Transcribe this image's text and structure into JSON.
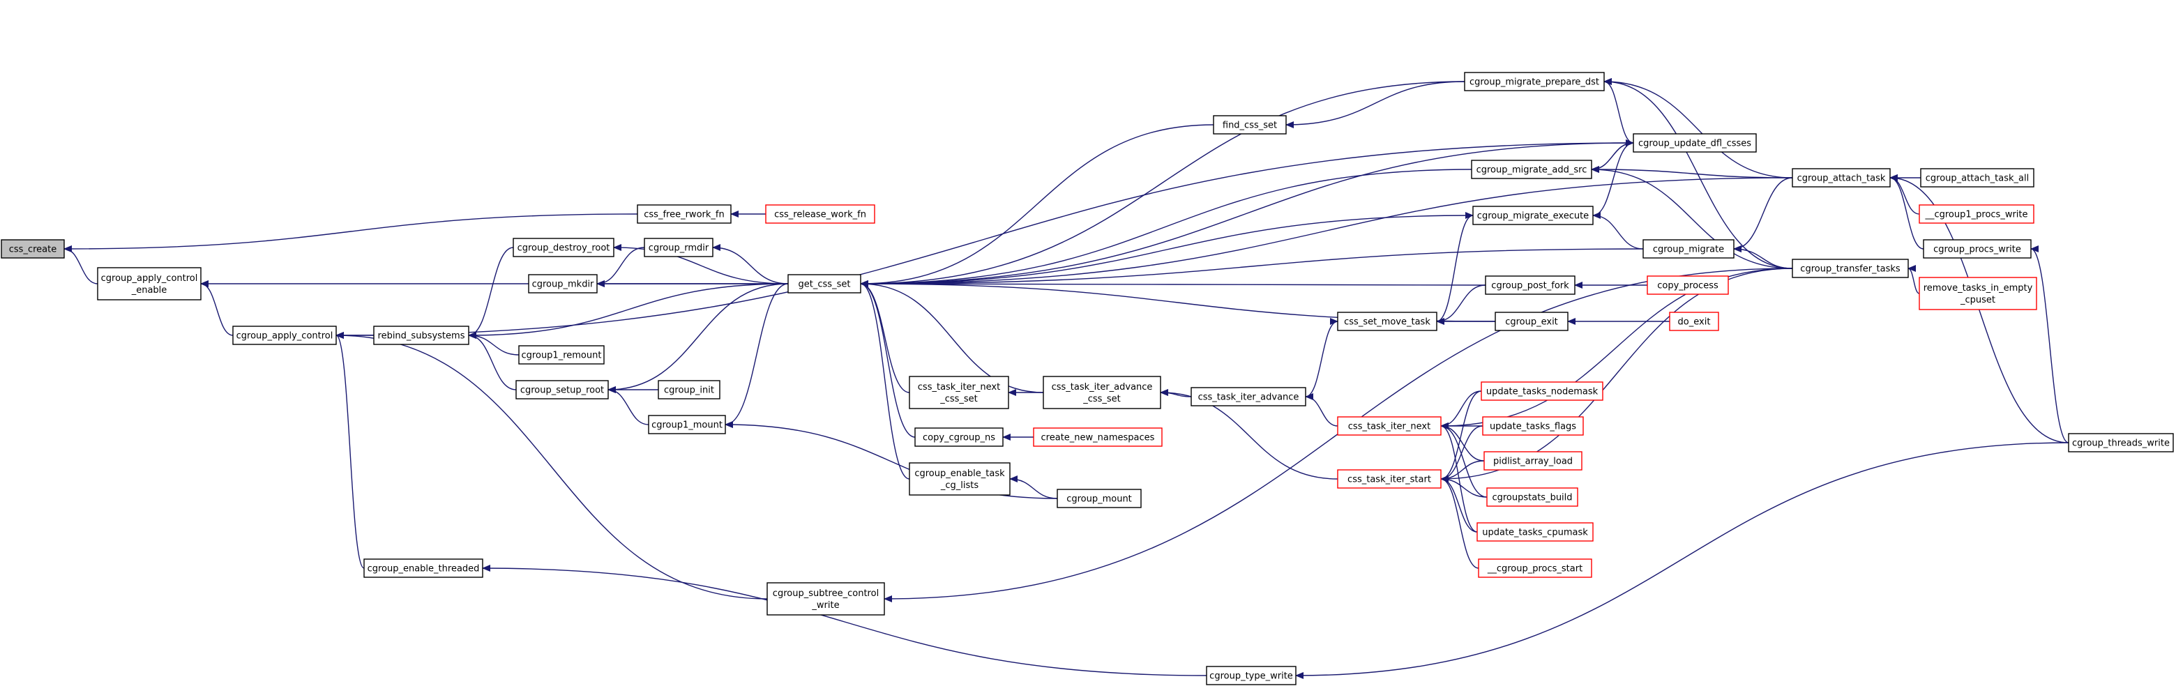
{
  "colors": {
    "edge": "#191970",
    "node_border_black": "#000000",
    "node_border_red": "#ff0000",
    "node_fill": "#ffffff",
    "node_fill_highlight": "#bfbfbf"
  },
  "nodes": [
    {
      "id": "css_create",
      "lines": [
        "css_create"
      ],
      "style": "highlight"
    },
    {
      "id": "cgroup_apply_control_enable",
      "lines": [
        "cgroup_apply_control",
        "_enable"
      ],
      "style": "black"
    },
    {
      "id": "cgroup_apply_control",
      "lines": [
        "cgroup_apply_control"
      ],
      "style": "black"
    },
    {
      "id": "rebind_subsystems",
      "lines": [
        "rebind_subsystems"
      ],
      "style": "black"
    },
    {
      "id": "cgroup_destroy_root",
      "lines": [
        "cgroup_destroy_root"
      ],
      "style": "black"
    },
    {
      "id": "cgroup_mkdir",
      "lines": [
        "cgroup_mkdir"
      ],
      "style": "black"
    },
    {
      "id": "cgroup_rmdir",
      "lines": [
        "cgroup_rmdir"
      ],
      "style": "black"
    },
    {
      "id": "cgroup1_remount",
      "lines": [
        "cgroup1_remount"
      ],
      "style": "black"
    },
    {
      "id": "cgroup_setup_root",
      "lines": [
        "cgroup_setup_root"
      ],
      "style": "black"
    },
    {
      "id": "cgroup_init",
      "lines": [
        "cgroup_init"
      ],
      "style": "black"
    },
    {
      "id": "cgroup1_mount",
      "lines": [
        "cgroup1_mount"
      ],
      "style": "black"
    },
    {
      "id": "cgroup_enable_threaded",
      "lines": [
        "cgroup_enable_threaded"
      ],
      "style": "black"
    },
    {
      "id": "css_free_rwork_fn",
      "lines": [
        "css_free_rwork_fn"
      ],
      "style": "black"
    },
    {
      "id": "css_release_work_fn",
      "lines": [
        "css_release_work_fn"
      ],
      "style": "red"
    },
    {
      "id": "get_css_set",
      "lines": [
        "get_css_set"
      ],
      "style": "black"
    },
    {
      "id": "find_css_set",
      "lines": [
        "find_css_set"
      ],
      "style": "black"
    },
    {
      "id": "css_task_iter_next_css_set",
      "lines": [
        "css_task_iter_next",
        "_css_set"
      ],
      "style": "black"
    },
    {
      "id": "css_task_iter_advance_css_set",
      "lines": [
        "css_task_iter_advance",
        "_css_set"
      ],
      "style": "black"
    },
    {
      "id": "copy_cgroup_ns",
      "lines": [
        "copy_cgroup_ns"
      ],
      "style": "black"
    },
    {
      "id": "create_new_namespaces",
      "lines": [
        "create_new_namespaces"
      ],
      "style": "red"
    },
    {
      "id": "cgroup_enable_task_cg_lists",
      "lines": [
        "cgroup_enable_task",
        "_cg_lists"
      ],
      "style": "black"
    },
    {
      "id": "cgroup_mount",
      "lines": [
        "cgroup_mount"
      ],
      "style": "black"
    },
    {
      "id": "cgroup_subtree_control_write",
      "lines": [
        "cgroup_subtree_control",
        "_write"
      ],
      "style": "black"
    },
    {
      "id": "cgroup_type_write",
      "lines": [
        "cgroup_type_write"
      ],
      "style": "black"
    },
    {
      "id": "cgroup_migrate_prepare_dst",
      "lines": [
        "cgroup_migrate_prepare_dst"
      ],
      "style": "black"
    },
    {
      "id": "cgroup_update_dfl_csses",
      "lines": [
        "cgroup_update_dfl_csses"
      ],
      "style": "black"
    },
    {
      "id": "cgroup_migrate_add_src",
      "lines": [
        "cgroup_migrate_add_src"
      ],
      "style": "black"
    },
    {
      "id": "cgroup_migrate_execute",
      "lines": [
        "cgroup_migrate_execute"
      ],
      "style": "black"
    },
    {
      "id": "cgroup_migrate",
      "lines": [
        "cgroup_migrate"
      ],
      "style": "black"
    },
    {
      "id": "cgroup_post_fork",
      "lines": [
        "cgroup_post_fork"
      ],
      "style": "black"
    },
    {
      "id": "copy_process",
      "lines": [
        "copy_process"
      ],
      "style": "red"
    },
    {
      "id": "css_set_move_task",
      "lines": [
        "css_set_move_task"
      ],
      "style": "black"
    },
    {
      "id": "cgroup_exit",
      "lines": [
        "cgroup_exit"
      ],
      "style": "black"
    },
    {
      "id": "do_exit",
      "lines": [
        "do_exit"
      ],
      "style": "red"
    },
    {
      "id": "css_task_iter_advance",
      "lines": [
        "css_task_iter_advance"
      ],
      "style": "black"
    },
    {
      "id": "css_task_iter_next",
      "lines": [
        "css_task_iter_next"
      ],
      "style": "red"
    },
    {
      "id": "css_task_iter_start",
      "lines": [
        "css_task_iter_start"
      ],
      "style": "red"
    },
    {
      "id": "update_tasks_nodemask",
      "lines": [
        "update_tasks_nodemask"
      ],
      "style": "red"
    },
    {
      "id": "update_tasks_flags",
      "lines": [
        "update_tasks_flags"
      ],
      "style": "red"
    },
    {
      "id": "pidlist_array_load",
      "lines": [
        "pidlist_array_load"
      ],
      "style": "red"
    },
    {
      "id": "cgroupstats_build",
      "lines": [
        "cgroupstats_build"
      ],
      "style": "red"
    },
    {
      "id": "update_tasks_cpumask",
      "lines": [
        "update_tasks_cpumask"
      ],
      "style": "red"
    },
    {
      "id": "__cgroup_procs_start",
      "lines": [
        "__cgroup_procs_start"
      ],
      "style": "red"
    },
    {
      "id": "cgroup_attach_task",
      "lines": [
        "cgroup_attach_task"
      ],
      "style": "black"
    },
    {
      "id": "cgroup_attach_task_all",
      "lines": [
        "cgroup_attach_task_all"
      ],
      "style": "black"
    },
    {
      "id": "__cgroup1_procs_write",
      "lines": [
        "__cgroup1_procs_write"
      ],
      "style": "red"
    },
    {
      "id": "cgroup_procs_write",
      "lines": [
        "cgroup_procs_write"
      ],
      "style": "black"
    },
    {
      "id": "cgroup_transfer_tasks",
      "lines": [
        "cgroup_transfer_tasks"
      ],
      "style": "black"
    },
    {
      "id": "remove_tasks_in_empty_cpuset",
      "lines": [
        "remove_tasks_in_empty",
        "_cpuset"
      ],
      "style": "red"
    },
    {
      "id": "cgroup_threads_write",
      "lines": [
        "cgroup_threads_write"
      ],
      "style": "black"
    }
  ],
  "edges": [
    [
      "cgroup_apply_control_enable",
      "css_create"
    ],
    [
      "css_free_rwork_fn",
      "css_create"
    ],
    [
      "css_release_work_fn",
      "css_free_rwork_fn"
    ],
    [
      "cgroup_apply_control",
      "cgroup_apply_control_enable"
    ],
    [
      "get_css_set",
      "cgroup_apply_control_enable"
    ],
    [
      "rebind_subsystems",
      "cgroup_apply_control"
    ],
    [
      "cgroup_enable_threaded",
      "cgroup_apply_control"
    ],
    [
      "cgroup_subtree_control_write",
      "cgroup_apply_control"
    ],
    [
      "cgroup_update_dfl_csses",
      "cgroup_apply_control"
    ],
    [
      "cgroup_destroy_root",
      "rebind_subsystems"
    ],
    [
      "cgroup1_remount",
      "rebind_subsystems"
    ],
    [
      "cgroup_setup_root",
      "rebind_subsystems"
    ],
    [
      "get_css_set",
      "rebind_subsystems"
    ],
    [
      "get_css_set",
      "cgroup_destroy_root"
    ],
    [
      "cgroup_rmdir",
      "cgroup_mkdir"
    ],
    [
      "get_css_set",
      "cgroup_mkdir"
    ],
    [
      "get_css_set",
      "cgroup_rmdir"
    ],
    [
      "cgroup_init",
      "cgroup_setup_root"
    ],
    [
      "cgroup1_mount",
      "cgroup_setup_root"
    ],
    [
      "get_css_set",
      "cgroup_setup_root"
    ],
    [
      "get_css_set",
      "cgroup1_mount"
    ],
    [
      "cgroup_mount",
      "cgroup1_mount"
    ],
    [
      "cgroup_type_write",
      "cgroup_enable_threaded"
    ],
    [
      "find_css_set",
      "get_css_set"
    ],
    [
      "cgroup_migrate_prepare_dst",
      "get_css_set"
    ],
    [
      "cgroup_update_dfl_csses",
      "get_css_set"
    ],
    [
      "cgroup_migrate_add_src",
      "get_css_set"
    ],
    [
      "cgroup_migrate_execute",
      "get_css_set"
    ],
    [
      "cgroup_migrate",
      "get_css_set"
    ],
    [
      "cgroup_post_fork",
      "get_css_set"
    ],
    [
      "cgroup_exit",
      "get_css_set"
    ],
    [
      "css_task_iter_next_css_set",
      "get_css_set"
    ],
    [
      "css_task_iter_advance_css_set",
      "get_css_set"
    ],
    [
      "copy_cgroup_ns",
      "get_css_set"
    ],
    [
      "cgroup_enable_task_cg_lists",
      "get_css_set"
    ],
    [
      "cgroup_attach_task",
      "get_css_set"
    ],
    [
      "cgroup_migrate_prepare_dst",
      "find_css_set"
    ],
    [
      "css_task_iter_advance_css_set",
      "css_task_iter_next_css_set"
    ],
    [
      "css_task_iter_advance",
      "css_task_iter_advance_css_set"
    ],
    [
      "css_task_iter_start",
      "css_task_iter_advance_css_set"
    ],
    [
      "create_new_namespaces",
      "copy_cgroup_ns"
    ],
    [
      "cgroup_mount",
      "cgroup_enable_task_cg_lists"
    ],
    [
      "cgroup_transfer_tasks",
      "cgroup_subtree_control_write"
    ],
    [
      "cgroup_threads_write",
      "cgroup_type_write"
    ],
    [
      "cgroup_update_dfl_csses",
      "cgroup_migrate_prepare_dst"
    ],
    [
      "cgroup_attach_task",
      "cgroup_migrate_prepare_dst"
    ],
    [
      "cgroup_transfer_tasks",
      "cgroup_migrate_prepare_dst"
    ],
    [
      "cgroup_migrate_add_src",
      "cgroup_update_dfl_csses"
    ],
    [
      "cgroup_migrate_execute",
      "cgroup_update_dfl_csses"
    ],
    [
      "cgroup_update_dfl_csses",
      "cgroup_migrate_add_src"
    ],
    [
      "cgroup_attach_task",
      "cgroup_migrate_add_src"
    ],
    [
      "cgroup_transfer_tasks",
      "cgroup_migrate_add_src"
    ],
    [
      "cgroup_migrate",
      "cgroup_migrate_execute"
    ],
    [
      "css_set_move_task",
      "cgroup_migrate_execute"
    ],
    [
      "cgroup_attach_task",
      "cgroup_migrate"
    ],
    [
      "cgroup_transfer_tasks",
      "cgroup_migrate"
    ],
    [
      "copy_process",
      "cgroup_post_fork"
    ],
    [
      "cgroup_post_fork",
      "css_set_move_task"
    ],
    [
      "cgroup_exit",
      "css_set_move_task"
    ],
    [
      "css_task_iter_advance",
      "css_set_move_task"
    ],
    [
      "do_exit",
      "cgroup_exit"
    ],
    [
      "css_task_iter_next",
      "css_task_iter_advance"
    ],
    [
      "update_tasks_nodemask",
      "css_task_iter_next"
    ],
    [
      "update_tasks_flags",
      "css_task_iter_next"
    ],
    [
      "pidlist_array_load",
      "css_task_iter_next"
    ],
    [
      "cgroupstats_build",
      "css_task_iter_next"
    ],
    [
      "update_tasks_cpumask",
      "css_task_iter_next"
    ],
    [
      "cgroup_transfer_tasks",
      "css_task_iter_next"
    ],
    [
      "update_tasks_nodemask",
      "css_task_iter_start"
    ],
    [
      "update_tasks_flags",
      "css_task_iter_start"
    ],
    [
      "pidlist_array_load",
      "css_task_iter_start"
    ],
    [
      "cgroupstats_build",
      "css_task_iter_start"
    ],
    [
      "update_tasks_cpumask",
      "css_task_iter_start"
    ],
    [
      "__cgroup_procs_start",
      "css_task_iter_start"
    ],
    [
      "cgroup_transfer_tasks",
      "css_task_iter_start"
    ],
    [
      "cgroup_attach_task_all",
      "cgroup_attach_task"
    ],
    [
      "__cgroup1_procs_write",
      "cgroup_attach_task"
    ],
    [
      "cgroup_procs_write",
      "cgroup_attach_task"
    ],
    [
      "cgroup_threads_write",
      "cgroup_attach_task"
    ],
    [
      "remove_tasks_in_empty_cpuset",
      "cgroup_transfer_tasks"
    ],
    [
      "cgroup_threads_write",
      "cgroup_procs_write"
    ]
  ]
}
